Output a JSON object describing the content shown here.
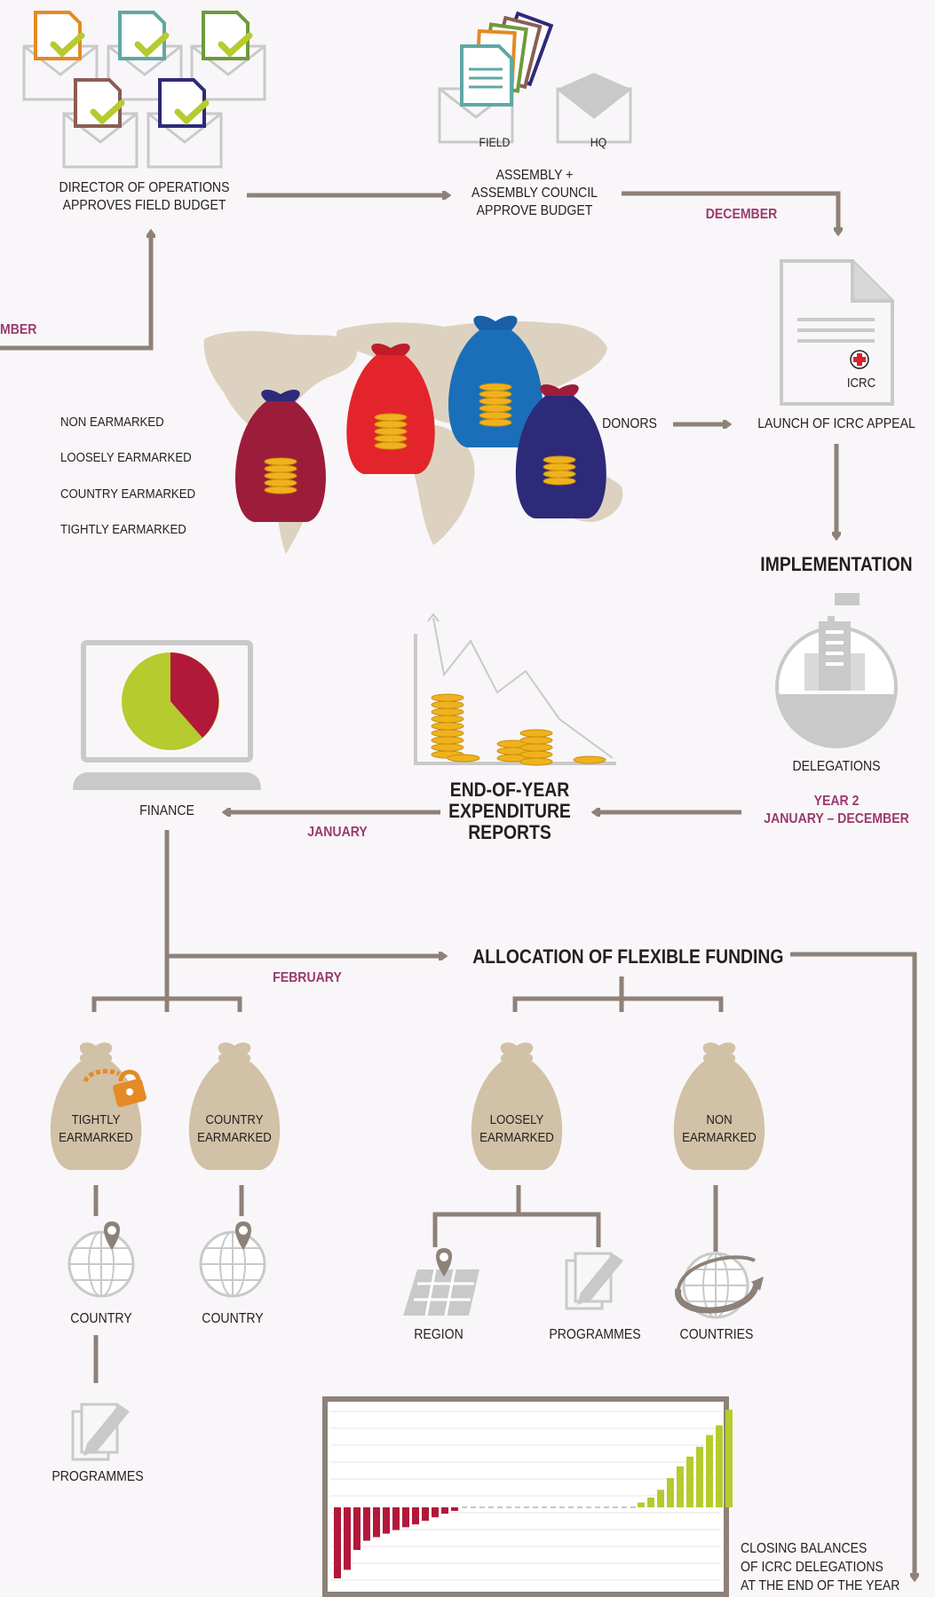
{
  "colors": {
    "arrow": "#8e8178",
    "month": "#9b3a6e",
    "bag": "#d1c1a6",
    "gray": "#c9c9c9",
    "lime": "#b5cb2e",
    "maroon": "#b2183a",
    "gold": "#f0b21c"
  },
  "steps": {
    "director": [
      "DIRECTOR OF OPERATIONS",
      "APPROVES FIELD BUDGET"
    ],
    "assembly": [
      "ASSEMBLY +",
      "ASSEMBLY COUNCIL",
      "APPROVE BUDGET"
    ],
    "field_env": "FIELD",
    "hq_env": "HQ",
    "december": "DECEMBER",
    "prev_month": "MBER",
    "icrc_doc": "ICRC",
    "donors": "DONORS",
    "launch": "LAUNCH OF ICRC APPEAL",
    "implementation": "IMPLEMENTATION",
    "delegations": "DELEGATIONS",
    "year2": [
      "YEAR 2",
      "JANUARY – DECEMBER"
    ],
    "eoy": [
      "END-OF-YEAR",
      "EXPENDITURE",
      "REPORTS"
    ],
    "january": "JANUARY",
    "finance": "FINANCE",
    "february": "FEBRUARY",
    "allocation": "ALLOCATION OF FLEXIBLE FUNDING",
    "closing": [
      "CLOSING BALANCES",
      "OF ICRC DELEGATIONS",
      "AT THE END OF THE YEAR"
    ]
  },
  "legend": [
    "NON EARMARKED",
    "LOOSELY EARMARKED",
    "COUNTRY EARMARKED",
    "TIGHTLY EARMARKED"
  ],
  "bags": [
    {
      "label": [
        "TIGHTLY",
        "EARMARKED"
      ]
    },
    {
      "label": [
        "COUNTRY",
        "EARMARKED"
      ]
    },
    {
      "label": [
        "LOOSELY",
        "EARMARKED"
      ]
    },
    {
      "label": [
        "NON",
        "EARMARKED"
      ]
    }
  ],
  "targets": {
    "country1": "COUNTRY",
    "country2": "COUNTRY",
    "region": "REGION",
    "programmes_l": "PROGRAMMES",
    "countries": "COUNTRIES",
    "programmes_b": "PROGRAMMES"
  },
  "chart_data": {
    "type": "bar",
    "negative": [
      -100,
      -88,
      -60,
      -47,
      -42,
      -37,
      -32,
      -28,
      -24,
      -19,
      -14,
      -9,
      -5
    ],
    "positive": [
      5,
      10,
      18,
      30,
      42,
      52,
      62,
      74,
      84,
      100
    ]
  }
}
